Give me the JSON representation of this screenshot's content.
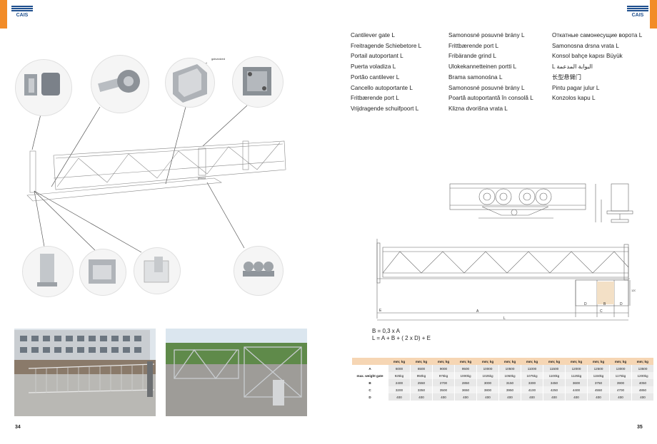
{
  "brand": {
    "logo_text": "CAIS"
  },
  "pages": {
    "left": "34",
    "right": "35"
  },
  "galvanised_label": "galvanized",
  "languages": {
    "col1": [
      "Cantilever gate L",
      "Freitragende Schiebetore L",
      "Portail autoportant L",
      "Puerta voladiza L",
      "Portão cantilever L",
      "Cancello autoportante L",
      "Fritbærende port L",
      "Vrijdragende schuifpoort L"
    ],
    "col2": [
      "Samonosné posuvné brány L",
      "Frittbærende port L",
      "Fribärande grind L",
      "Ulokekannetteinen portti L",
      "Brama samonośna L",
      "Samonosné posuvné brány L",
      "Poartă autoportantă în consolă L",
      "Klizna dvorišna vrata L"
    ],
    "col3": [
      "Откатные самонесущие ворота L",
      "Samonosna drsna vrata L",
      "Konsol bahçe kapısı Büyük",
      "L البوابة المدعمة",
      "长型悬臂门",
      "Pintu pagar julur L",
      "Konzolos kapu L"
    ]
  },
  "drawing_labels": {
    "A": "A",
    "B": "B",
    "C": "C",
    "D": "D",
    "L": "L",
    "E": "E",
    "h1200": "1200"
  },
  "formula": [
    "B = 0,3 x A",
    "L = A + B + ( 2 x D) + E"
  ],
  "table": {
    "unit": "mm; kg",
    "headers": [
      "mm; kg",
      "mm; kg",
      "mm; kg",
      "mm; kg",
      "mm; kg",
      "mm; kg",
      "mm; kg",
      "mm; kg",
      "mm; kg",
      "mm; kg",
      "mm; kg",
      "mm; kg"
    ],
    "rows": [
      {
        "label": "A",
        "values": [
          "6000",
          "6500",
          "9000",
          "9500",
          "10000",
          "10500",
          "11000",
          "11500",
          "12000",
          "12500",
          "13000",
          "13500"
        ]
      },
      {
        "label": "max. weight gate",
        "values": [
          "925kg",
          "950kg",
          "975kg",
          "1000kg",
          "1025kg",
          "1050kg",
          "1075kg",
          "1100kg",
          "1125kg",
          "1150kg",
          "1175kg",
          "1200kg"
        ]
      },
      {
        "label": "B",
        "values": [
          "2400",
          "2550",
          "2700",
          "2850",
          "3000",
          "3150",
          "3300",
          "3450",
          "3600",
          "3750",
          "3900",
          "4050"
        ]
      },
      {
        "label": "C",
        "values": [
          "3200",
          "3350",
          "3500",
          "3650",
          "3800",
          "3950",
          "4100",
          "4250",
          "4400",
          "4550",
          "4700",
          "4850"
        ]
      },
      {
        "label": "D",
        "values": [
          "400",
          "400",
          "400",
          "400",
          "400",
          "400",
          "400",
          "400",
          "400",
          "400",
          "400",
          "400"
        ]
      }
    ]
  },
  "colors": {
    "accent": "#f28c28",
    "brand": "#1e4f8e",
    "table_header": "#f6d6b4"
  }
}
